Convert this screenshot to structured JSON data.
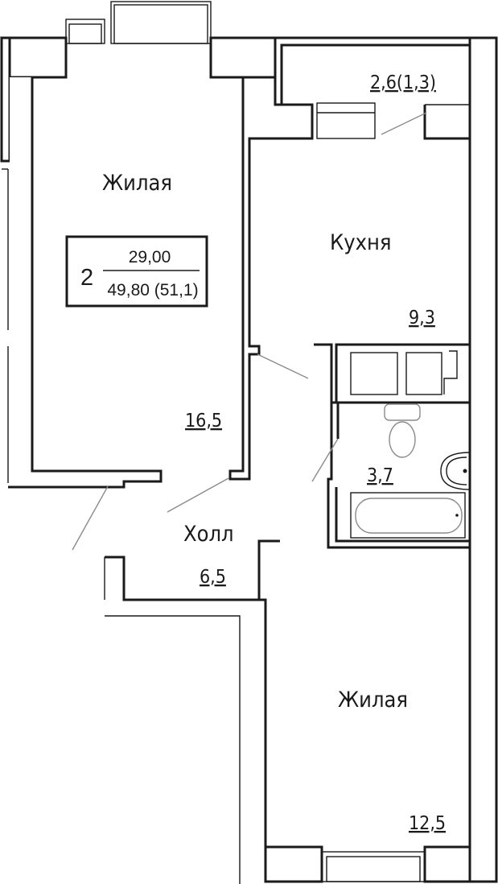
{
  "rooms": {
    "living_1": {
      "label": "Жилая",
      "area": "16,5"
    },
    "kitchen": {
      "label": "Кухня",
      "area": "9,3"
    },
    "balcony": {
      "area": "2,6(1,3)"
    },
    "bathroom": {
      "area": "3,7"
    },
    "hall": {
      "label": "Холл",
      "area": "6,5"
    },
    "living_2": {
      "label": "Жилая",
      "area": "12,5"
    }
  },
  "summary": {
    "rooms_count": "2",
    "living_area": "29,00",
    "total_area": "49,80 (51,1)"
  }
}
